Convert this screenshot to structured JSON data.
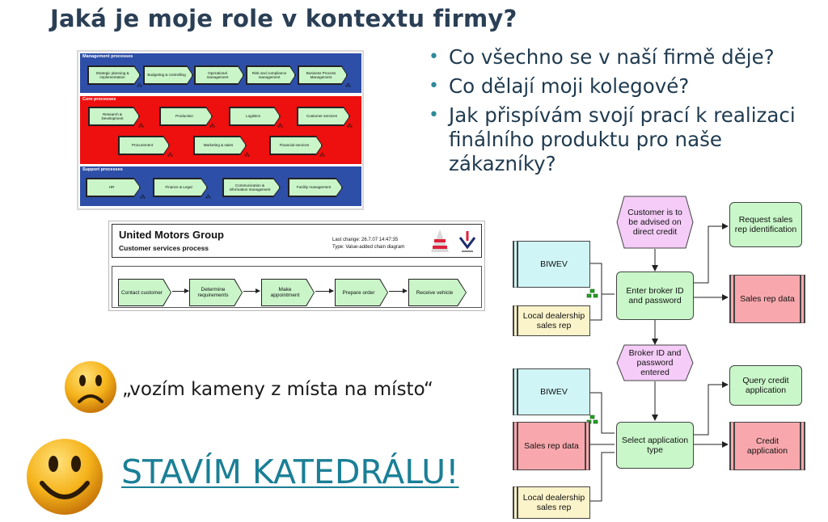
{
  "slide": {
    "title": "Jaká je moje role v kontextu firmy?",
    "bullets": [
      "Co všechno se v naší firmě děje?",
      "Co dělají moji kolegové?",
      "Jak přispívám svojí prací k realizaci finálního produktu pro naše zákazníky?"
    ],
    "quote": "„vozím kameny z místa na místo“",
    "cathedral": "STAVÍM KATEDRÁLU!",
    "colors": {
      "title": "#2a3f55",
      "bullet": "#2e8a9b",
      "link": "#1a7f96"
    }
  },
  "landscape": {
    "management_title": "Management processes",
    "core_title": "Core processes",
    "support_title": "Support processes",
    "management": [
      "Strategic planning & implementation",
      "Budgeting & controlling",
      "Operational management",
      "Risk and compliance management",
      "Business Process Management"
    ],
    "core_row1": [
      "Research & Development",
      "Production",
      "Logistics",
      "Customer services"
    ],
    "core_row2": [
      "Procurement",
      "Marketing & sales",
      "Financial services"
    ],
    "support": [
      "HR",
      "Finance & Legal",
      "Communication & information management",
      "Facility management"
    ]
  },
  "vacd": {
    "company": "United Motors Group",
    "process": "Customer services process",
    "last_change": "Last change: 26.7.07 14:47:35",
    "type": "Type: Value-added chain diagram",
    "steps": [
      "Contact customer",
      "Determine requirements",
      "Make appointment",
      "Prepare order",
      "Receive vehicle"
    ]
  },
  "epc": {
    "event_customer": "Customer is to be advised on direct credit",
    "sys1": "BIWEV",
    "doc1": "Local dealership sales rep",
    "func_enter": "Enter broker ID and password",
    "func_request": "Request sales rep identification",
    "role1": "Sales rep data",
    "event_broker": "Broker ID and password entered",
    "sys2": "BIWEV",
    "role2": "Sales rep data",
    "doc2": "Local dealership sales rep",
    "func_select": "Select application type",
    "func_query": "Query credit application",
    "role3": "Credit application"
  }
}
